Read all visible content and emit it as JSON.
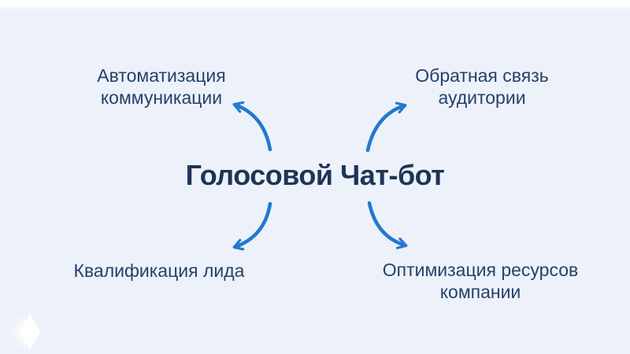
{
  "title": {
    "text": "Голосовой Чат-бот"
  },
  "labels": {
    "top_left": {
      "line1": "Автоматизация",
      "line2": "коммуникации"
    },
    "top_right": {
      "line1": "Обратная связь",
      "line2": "аудитории"
    },
    "bottom_left": {
      "line1": "Квалификация лида"
    },
    "bottom_right": {
      "line1": "Оптимизация ресурсов",
      "line2": "компании"
    }
  },
  "colors": {
    "background": "#edf1f9",
    "top_strip": "#ffffff",
    "title_text": "#1d3557",
    "label_text": "#26416b",
    "arrow": "#2478ce",
    "watermark": "#ffffff"
  }
}
